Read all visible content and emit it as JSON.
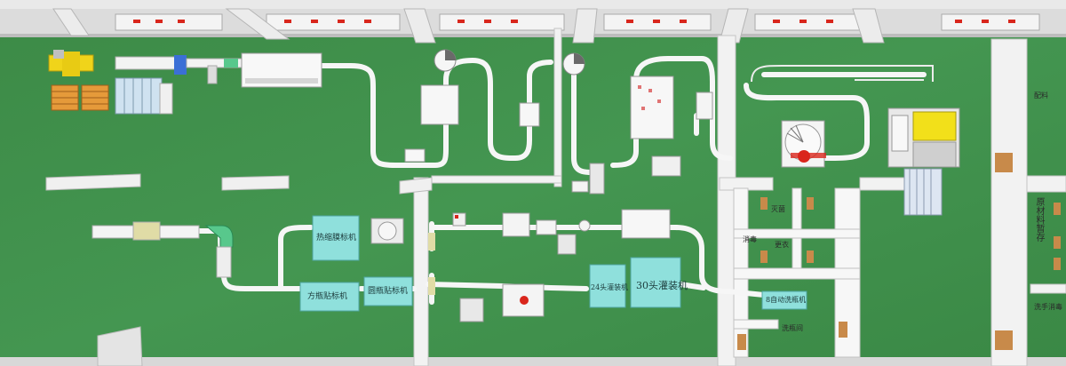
{
  "machines": {
    "shrink_sleeve_labeler": "热缩膜标机",
    "square_bottle_labeler": "方瓶贴标机",
    "round_bottle_labeler": "圆瓶贴标机",
    "filler_24": "24头灌装机",
    "filler_30": "30头灌装机",
    "bottle_washer": "8自动洗瓶机"
  },
  "rooms": {
    "ingredients": "配料",
    "room_a": "灭菌",
    "room_b": "消毒",
    "room_c": "更衣",
    "wash_room": "洗瓶间",
    "side_vertical": "原材料暂存",
    "side_lower": "洗手消毒"
  },
  "colors": {
    "floor": "#3f8f4a",
    "machine_cyan": "#8fe0dc",
    "wall": "#f2f2f2",
    "accent_yellow": "#f2e01a",
    "accent_red": "#d9261c"
  }
}
